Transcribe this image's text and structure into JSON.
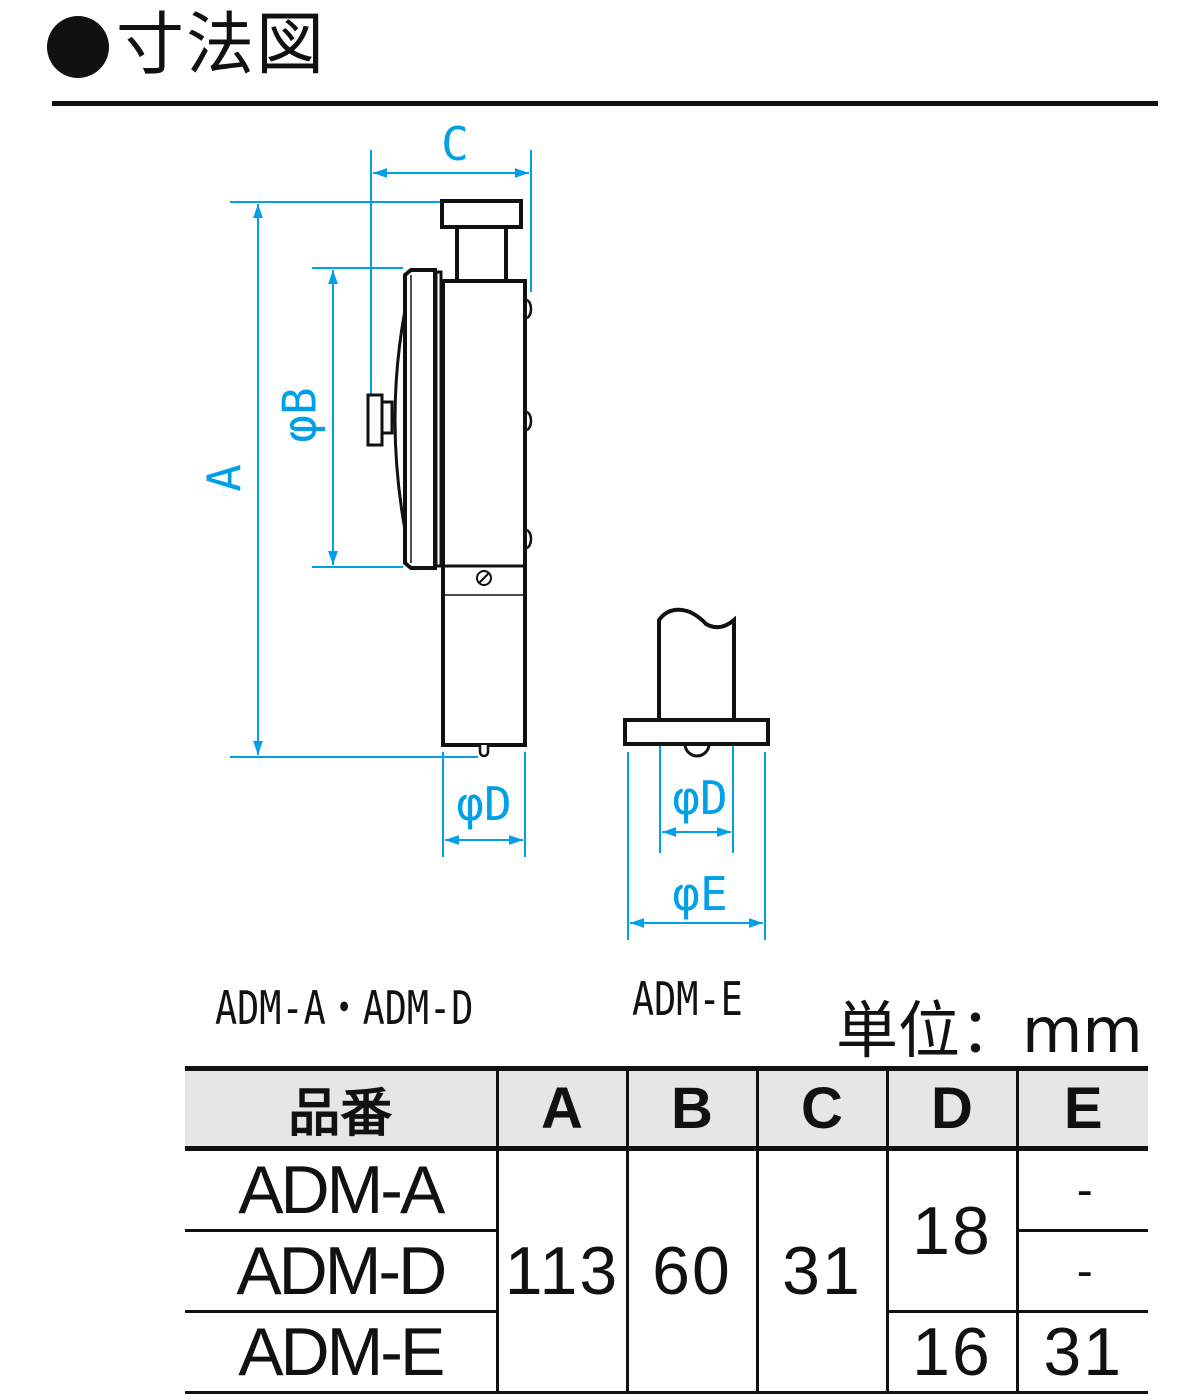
{
  "title": "寸法図",
  "colors": {
    "dimension": "#00a0e9",
    "line": "#111111",
    "header_bg": "#e6e6e6"
  },
  "dimension_labels": {
    "A": "A",
    "B": "φB",
    "C": "C",
    "D_left": "φD",
    "D_right": "φD",
    "E": "φE"
  },
  "captions": {
    "left": "ADM-A・ADM-D",
    "right": "ADM-E",
    "unit": "単位：mm"
  },
  "table": {
    "headers": [
      "品番",
      "A",
      "B",
      "C",
      "D",
      "E"
    ],
    "rows": [
      {
        "model": "ADM-A",
        "A": "113",
        "B": "60",
        "C": "31",
        "D": "18",
        "E": "-"
      },
      {
        "model": "ADM-D",
        "E": "-"
      },
      {
        "model": "ADM-E",
        "D": "16",
        "E": "31"
      }
    ]
  }
}
